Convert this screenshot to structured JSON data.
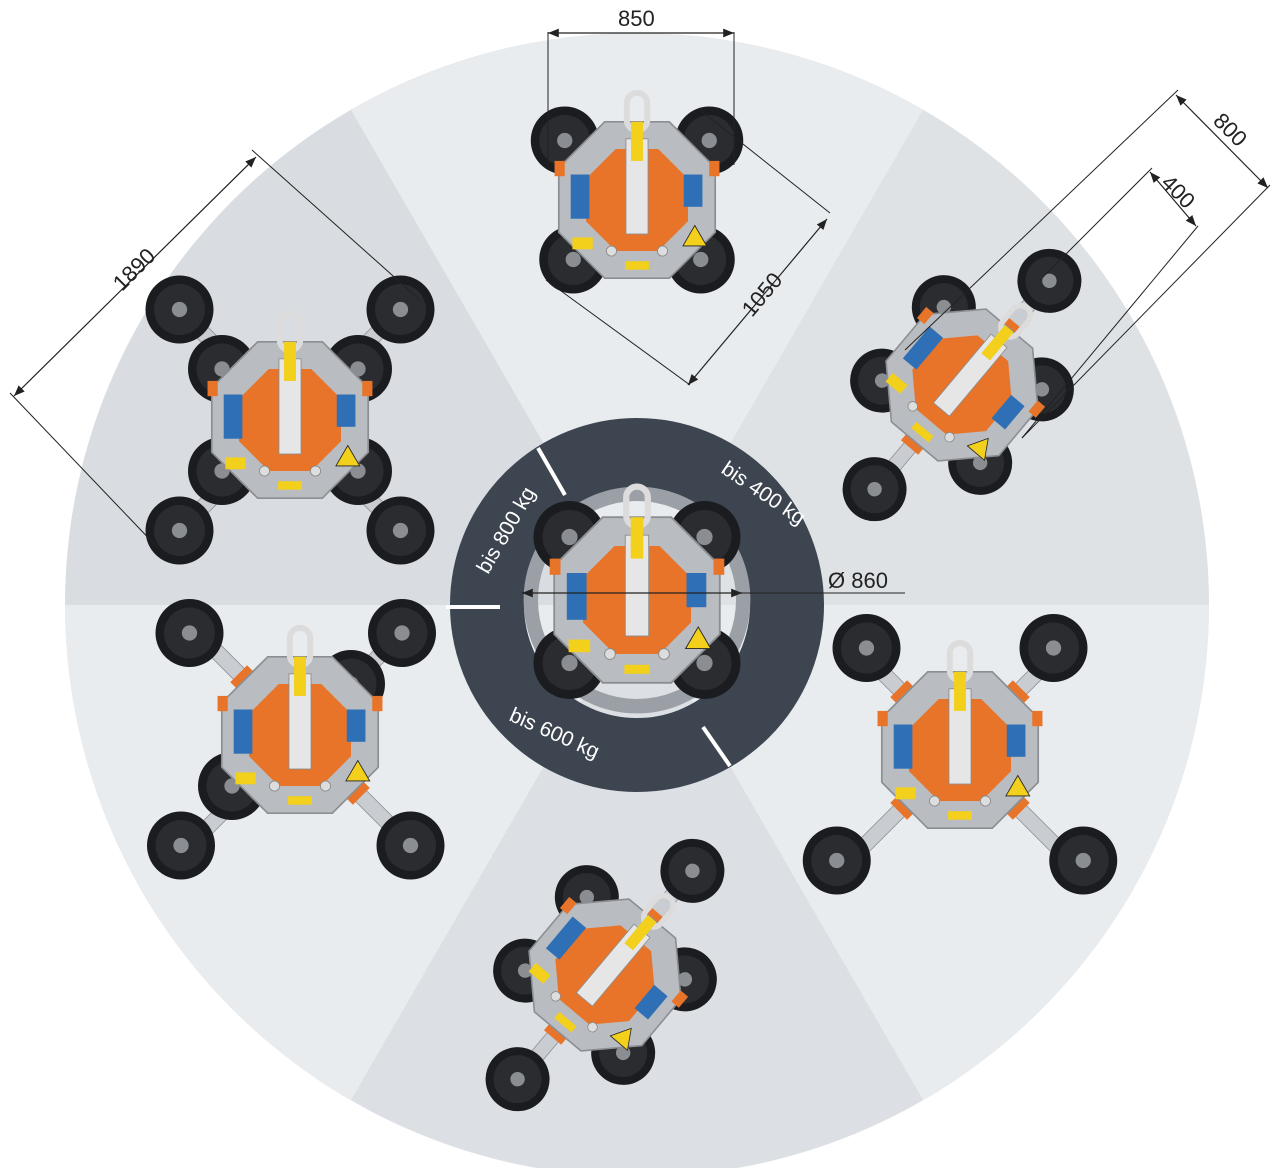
{
  "colors": {
    "background": "#ffffff",
    "disc_light": "#e4e7ea",
    "disc_dark": "#d4d8dc",
    "ring": "#3d4550",
    "plate": "#b9bcc0",
    "plate_center": "#e8742a",
    "suction_cup": "#1b1c1f",
    "label_blue": "#2f6fb5",
    "label_yellow": "#f2d01b",
    "dimension_line": "#222222"
  },
  "dimensions": {
    "width_top": "850",
    "diag_1050": "1050",
    "diag_1890": "1890",
    "diag_800": "800",
    "diag_400": "400",
    "diameter": "Ø 860"
  },
  "ring_labels": {
    "bis_400": "bis 400 kg",
    "bis_600": "bis 600 kg",
    "bis_800": "bis 800 kg"
  },
  "configurations": [
    {
      "name": "compact-4-cup",
      "arms": 0,
      "cups": 4
    },
    {
      "name": "extended-4-arm",
      "arms": 4,
      "cups": 8
    },
    {
      "name": "two-arm-diagonal",
      "arms": 2,
      "cups": 6
    }
  ]
}
